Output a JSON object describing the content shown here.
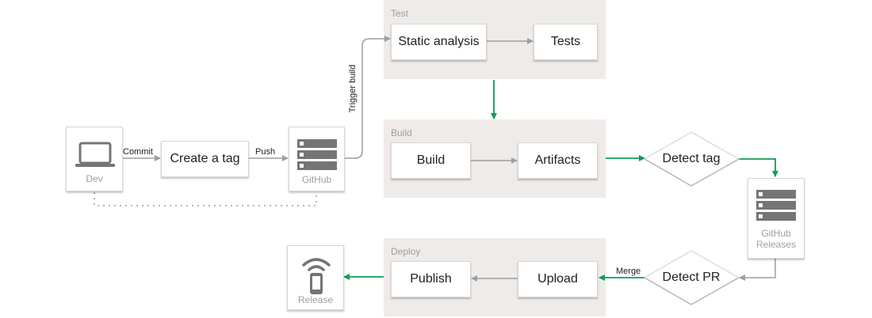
{
  "groups": {
    "test": "Test",
    "build": "Build",
    "deploy": "Deploy"
  },
  "nodes": {
    "dev": "Dev",
    "create_tag": "Create a tag",
    "github": "GitHub",
    "static_analysis": "Static analysis",
    "tests": "Tests",
    "build": "Build",
    "artifacts": "Artifacts",
    "detect_tag": "Detect tag",
    "github_releases_line1": "GitHub",
    "github_releases_line2": "Releases",
    "detect_pr": "Detect PR",
    "upload": "Upload",
    "publish": "Publish",
    "release": "Release"
  },
  "edges": {
    "commit": "Commit",
    "push": "Push",
    "trigger_build": "Trigger build",
    "merge": "Merge"
  },
  "colors": {
    "gray_arrow": "#9e9e9e",
    "green_arrow": "#0f9d58",
    "group_bg": "#efebe9",
    "icon_gray": "#757575"
  },
  "icons": {
    "dev": "laptop-icon",
    "github": "server-icon",
    "github_releases": "server-icon",
    "release": "phone-wifi-icon"
  }
}
